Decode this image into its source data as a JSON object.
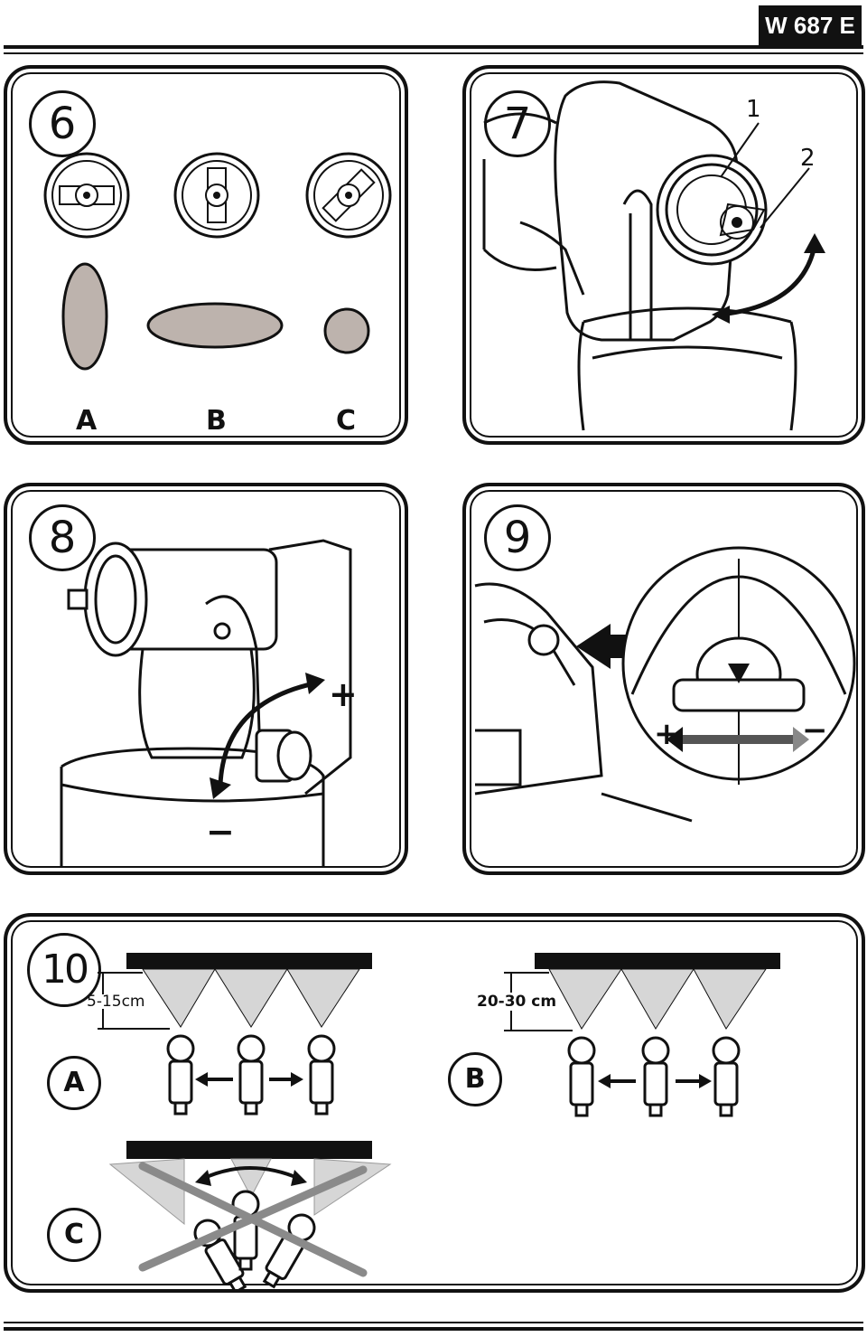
{
  "header": {
    "model": "W 687 E"
  },
  "fig6": {
    "number": "6",
    "labels": [
      "A",
      "B",
      "C"
    ],
    "pattern_color": "#bdb3ad"
  },
  "fig7": {
    "number": "7",
    "callouts": [
      "1",
      "2"
    ]
  },
  "fig8": {
    "number": "8",
    "plus": "+",
    "minus": "−"
  },
  "fig9": {
    "number": "9",
    "plus": "+",
    "minus": "−"
  },
  "fig10": {
    "number": "10",
    "a": {
      "label": "A",
      "distance": "5-15cm"
    },
    "b": {
      "label": "B",
      "distance": "20-30 cm"
    },
    "c": {
      "label": "C"
    }
  },
  "colors": {
    "ink": "#111111",
    "spray": "#d6d6d6",
    "cross": "#8a8a8a"
  }
}
